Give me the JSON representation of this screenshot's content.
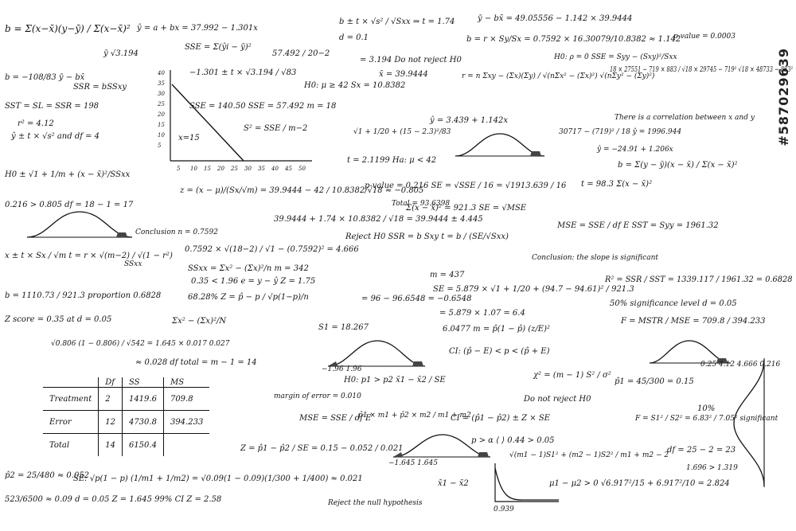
{
  "watermark_id": "#587029639",
  "charts": {
    "scatter_axis_ticks": [
      "40",
      "35",
      "30",
      "25",
      "20",
      "15",
      "10",
      "5"
    ],
    "scatter_x_ticks": [
      "5",
      "10",
      "15",
      "20",
      "25",
      "30",
      "35",
      "40",
      "45",
      "50"
    ],
    "scatter_point_label": "x=15"
  },
  "anova": {
    "headers": [
      "",
      "Df",
      "SS",
      "MS"
    ],
    "rows": [
      [
        "Treatment",
        "2",
        "1419.6",
        "709.8"
      ],
      [
        "Error",
        "12",
        "4730.8",
        "394.233"
      ],
      [
        "Total",
        "14",
        "6150.4",
        ""
      ]
    ]
  },
  "notes": [
    {
      "id": "n1",
      "text": "b = Σ(x−x̄)(y−ȳ) / Σ(x−x̄)²"
    },
    {
      "id": "n2",
      "text": "ŷ = a + bx = 37.992 − 1.301x"
    },
    {
      "id": "n3",
      "text": "b ± t × √s² / √Sxx  ⇒ t = 1.74"
    },
    {
      "id": "n4",
      "text": "ȳ − bx̄ = 49.05556 − 1.142 × 39.9444"
    },
    {
      "id": "n5",
      "text": "SSE = Σ(ŷi − ȳ)²"
    },
    {
      "id": "n6",
      "text": "57.492 / 20−2"
    },
    {
      "id": "n7",
      "text": "d = 0.1"
    },
    {
      "id": "n8",
      "text": "b = r × Sy/Sx = 0.7592 × 16.30079/10.8382 ≈ 1.142"
    },
    {
      "id": "n9",
      "text": "p-value = 0.0003"
    },
    {
      "id": "n10",
      "text": "ȳ √3.194"
    },
    {
      "id": "n11",
      "text": "= 3.194   Do not reject H0"
    },
    {
      "id": "n12",
      "text": "H0: ρ = 0   SSE = Syy − (Sxy)²/Sxx"
    },
    {
      "id": "n13",
      "text": "b = −108/83   ȳ − bx̄"
    },
    {
      "id": "n14",
      "text": "SSR = bSSxy"
    },
    {
      "id": "n15",
      "text": "−1.301 ± t × √3.194 / √83"
    },
    {
      "id": "n16",
      "text": "x̄ = 39.9444"
    },
    {
      "id": "n17",
      "text": "r = n Σxy − (Σx)(Σy) / √(nΣx² − (Σx)²) √(nΣy² − (Σy)²)"
    },
    {
      "id": "n18",
      "text": "18 × 27551 − 719 × 883 / √18 × 29745 − 719² √18 × 48733 − 883²"
    },
    {
      "id": "n19",
      "text": "H0: μ ≥ 42   Sx = 10.8382"
    },
    {
      "id": "n20",
      "text": "SST = SL = SSR = 198"
    },
    {
      "id": "n21",
      "text": "SSE = 140.50   SSE = 57.492   m = 18"
    },
    {
      "id": "n22",
      "text": "r² = 4.12"
    },
    {
      "id": "n23",
      "text": "ŷ ± t × √s²   and df = 4"
    },
    {
      "id": "n24",
      "text": "S² = SSE / m−2"
    },
    {
      "id": "n25",
      "text": "ŷ = 3.439 + 1.142x"
    },
    {
      "id": "n26",
      "text": "There is a correlation between x and y"
    },
    {
      "id": "n27",
      "text": "√1 + 1/20 + (15 − 2.3)²/83"
    },
    {
      "id": "n28",
      "text": "30717 − (719)² / 18   ŷ = 1996.944"
    },
    {
      "id": "n29",
      "text": "ŷ = −24.91 + 1.206x"
    },
    {
      "id": "n30",
      "text": "t = 2.1199   Ha: μ < 42"
    },
    {
      "id": "n31",
      "text": "b = Σ(y − ȳ)(x − x̄) / Σ(x − x̄)²"
    },
    {
      "id": "n32",
      "text": "H0 ± √1 + 1/m + (x − x̄)²/SSxx"
    },
    {
      "id": "n33",
      "text": "z = (x − μ)/(Sx/√m) = 39.9444 − 42 / 10.8382/√18 ≈ −0.805"
    },
    {
      "id": "n34",
      "text": "p-value = 0.216   SE = √SSE / 16 = √1913.639 / 16"
    },
    {
      "id": "n35",
      "text": "t = 98.3   Σ(x − x̄)²"
    },
    {
      "id": "n36",
      "text": "Total = 93.6398"
    },
    {
      "id": "n37",
      "text": "Σ(x − x̄)² = 921.3   SE = √MSE"
    },
    {
      "id": "n38",
      "text": "0.216 > 0.805   df = 18 − 1 = 17"
    },
    {
      "id": "n39",
      "text": "39.9444 + 1.74 × 10.8382 / √18 = 39.9444 ± 4.445"
    },
    {
      "id": "n40",
      "text": "Conclusion n = 0.7592"
    },
    {
      "id": "n41",
      "text": "Reject H0   SSR = b Sxy   t = b / (SE/√Sxx)"
    },
    {
      "id": "n42",
      "text": "MSE = SSE / df E   SST = Syy = 1961.32"
    },
    {
      "id": "n43",
      "text": "x ± t × Sx / √m   t = r × √(m−2) / √(1 − r²)"
    },
    {
      "id": "n44",
      "text": "0.7592 × √(18−2) / √1 − (0.7592)² = 4.666"
    },
    {
      "id": "n45",
      "text": "SSxx = Σx² − (Σx)²/n   m = 342"
    },
    {
      "id": "n46",
      "text": "Conclusion: the slope is significant"
    },
    {
      "id": "n47",
      "text": "0.35 < 1.96   e = y − ŷ   Z = 1.75"
    },
    {
      "id": "n48",
      "text": "m = 437"
    },
    {
      "id": "n49",
      "text": "b = 1110.73 / 921.3   proportion 0.6828"
    },
    {
      "id": "n50",
      "text": "68.28%   Z = p̂ − p / √p(1−p)/n"
    },
    {
      "id": "n51",
      "text": "= 96 − 96.6548 = −0.6548"
    },
    {
      "id": "n52",
      "text": "SE = 5.879 × √1 + 1/20 + (94.7 − 94.61)² / 921.3"
    },
    {
      "id": "n53",
      "text": "R² = SSR / SST = 1339.117 / 1961.32 = 0.6828"
    },
    {
      "id": "n54",
      "text": "Z score = 0.35   at d = 0.05"
    },
    {
      "id": "n55",
      "text": "Σx² − (Σx)²/N"
    },
    {
      "id": "n56",
      "text": "= 5.879 × 1.07 = 6.4"
    },
    {
      "id": "n57",
      "text": "50% significance level   d = 0.05"
    },
    {
      "id": "n58",
      "text": "S1 = 18.267"
    },
    {
      "id": "n59",
      "text": "6.0477   m = p̂(1 − p̂) (z/E)²"
    },
    {
      "id": "n60",
      "text": "F = MSTR / MSE = 709.8 / 394.233"
    },
    {
      "id": "n61",
      "text": "√0.806 (1 − 0.806) / √542   = 1.645 × 0.017   0.027"
    },
    {
      "id": "n62",
      "text": "≈ 0.028   df total = m − 1 = 14"
    },
    {
      "id": "n63",
      "text": "CI: (p̂ − E) < p < (p̂ + E)"
    },
    {
      "id": "n64",
      "text": "H0: p1 > p2   x̄1 − x̄2 / SE"
    },
    {
      "id": "n65",
      "text": "χ² = (m − 1) S² / σ²"
    },
    {
      "id": "n66",
      "text": "p̂1 = 45/300 = 0.15"
    },
    {
      "id": "n67",
      "text": "margin of error = 0.010"
    },
    {
      "id": "n68",
      "text": "Do not reject H0"
    },
    {
      "id": "n69",
      "text": "10%"
    },
    {
      "id": "n70",
      "text": "MSE = SSE / df E"
    },
    {
      "id": "n71",
      "text": "p̂1 × m1 + p̂2 × m2 / m1 + m2"
    },
    {
      "id": "n72",
      "text": "CI = (p̂1 − p̂2) ± Z × SE"
    },
    {
      "id": "n73",
      "text": "F = S1² / S2² = 6.83² / 7.05²   significant"
    },
    {
      "id": "n74",
      "text": "Z = p̂1 − p̂2 / SE = 0.15 − 0.052 / 0.021"
    },
    {
      "id": "n75",
      "text": "p > α  ⟨ ⟩   0.44 > 0.05"
    },
    {
      "id": "n76",
      "text": "√(m1 − 1)S1² + (m2 − 1)S2² / m1 + m2 − 2"
    },
    {
      "id": "n77",
      "text": "df = 25 − 2 = 23"
    },
    {
      "id": "n78",
      "text": "1.696 > 1.319"
    },
    {
      "id": "n79",
      "text": "p̂2 = 25/480 ≈ 0.052"
    },
    {
      "id": "n80",
      "text": "SE: √p(1 − p) (1/m1 + 1/m2) = √0.09(1 − 0.09)(1/300 + 1/400) ≈ 0.021"
    },
    {
      "id": "n81",
      "text": "x̄1 − x̄2"
    },
    {
      "id": "n82",
      "text": "μ1 − μ2 > 0   √6.917²/15 + 6.917²/10 = 2.824"
    },
    {
      "id": "n83",
      "text": "523/6500 ≈ 0.09   d = 0.05   Z = 1.645   99% CI   Z = 2.58"
    },
    {
      "id": "n84",
      "text": "Reject the null hypothesis"
    },
    {
      "id": "n85",
      "text": "0.939"
    },
    {
      "id": "n86",
      "text": "SSxx"
    },
    {
      "id": "n87",
      "text": "−1.96   1.96"
    },
    {
      "id": "n88",
      "text": "−1.645   1.645"
    },
    {
      "id": "n89",
      "text": "0.25   4.12   4.666   0.216"
    }
  ]
}
